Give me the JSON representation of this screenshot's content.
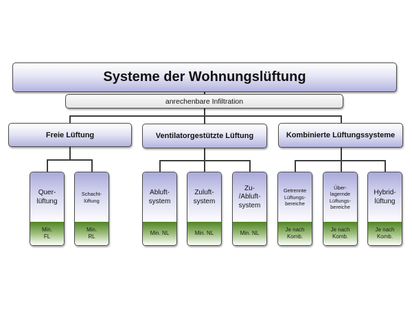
{
  "diagram": {
    "title": "Systeme der Wohnungslüftung",
    "infiltration": "anrechenbare Infiltration",
    "groups": [
      {
        "label": "Freie Lüftung",
        "children": [
          {
            "label": "Quer-\nlüftung",
            "requirement": "Min.\nFL"
          },
          {
            "label": "Schacht-\nlüftung",
            "requirement": "Min.\nRL"
          }
        ]
      },
      {
        "label": "Ventilatorgestützte Lüftung",
        "children": [
          {
            "label": "Abluft-\nsystem",
            "requirement": "Min. NL"
          },
          {
            "label": "Zuluft-\nsystem",
            "requirement": "Min. NL"
          },
          {
            "label": "Zu-\n/Abluft-\nsystem",
            "requirement": "Min. NL"
          }
        ]
      },
      {
        "label": "Kombinierte Lüftungssysteme",
        "children": [
          {
            "label": "Getrennte\nLüftungs-\nbereiche",
            "requirement": "Je nach\nKomb."
          },
          {
            "label": "Über-\nlagernde\nLüftungs-\nbereiche",
            "requirement": "Je nach\nKomb."
          },
          {
            "label": "Hybrid-\nlüftung",
            "requirement": "Je nach\nKomb."
          }
        ]
      }
    ]
  }
}
